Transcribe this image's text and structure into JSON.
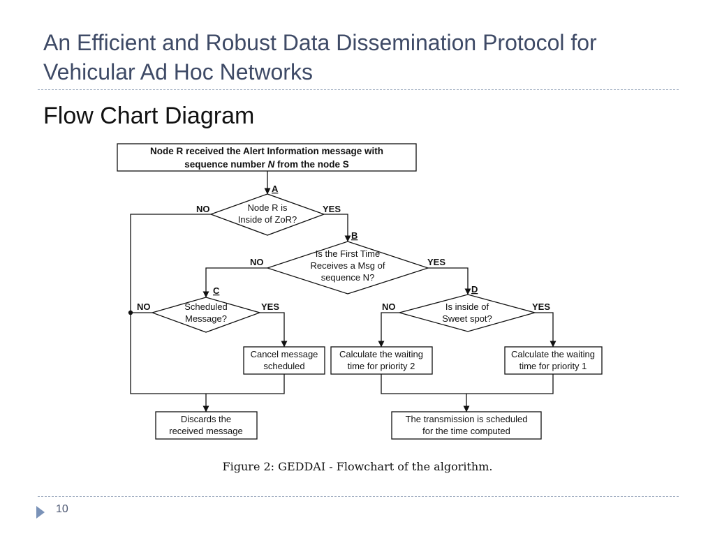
{
  "slide": {
    "title_line1": "An Efficient and Robust Data Dissemination Protocol for",
    "title_line2": "Vehicular Ad Hoc Networks",
    "subtitle": "Flow Chart Diagram",
    "caption": "Figure 2:  GEDDAI - Flowchart of the algorithm.",
    "page_number": "10"
  },
  "flowchart": {
    "start": {
      "line1_pre": "Node R received the Alert Information message with",
      "line2_pre": "sequence number ",
      "line2_var": "N",
      "line2_post": " from the node S"
    },
    "decision_a": {
      "marker": "A",
      "line1": "Node R is",
      "line2": "Inside of ZoR?",
      "no": "NO",
      "yes": "YES"
    },
    "decision_b": {
      "marker": "B",
      "line1": "Is the First Time",
      "line2": "Receives a Msg of",
      "line3": "sequence N?",
      "no": "NO",
      "yes": "YES"
    },
    "decision_c": {
      "marker": "C",
      "line1": "Scheduled",
      "line2": "Message?",
      "no": "NO",
      "yes": "YES"
    },
    "decision_d": {
      "marker": "D",
      "line1": "Is inside of",
      "line2": "Sweet spot?",
      "no": "NO",
      "yes": "YES"
    },
    "cancel": {
      "line1": "Cancel message",
      "line2": "scheduled"
    },
    "priority2": {
      "line1": "Calculate the waiting",
      "line2": "time for priority 2"
    },
    "priority1": {
      "line1": "Calculate the waiting",
      "line2": "time for priority 1"
    },
    "discard": {
      "line1": "Discards the",
      "line2": "received message"
    },
    "transmit": {
      "line1": "The transmission is scheduled",
      "line2": "for the time computed"
    }
  },
  "colors": {
    "title": "#3e4a66",
    "divider": "#9aa8bd",
    "footer_arrow": "#7a92b8"
  }
}
